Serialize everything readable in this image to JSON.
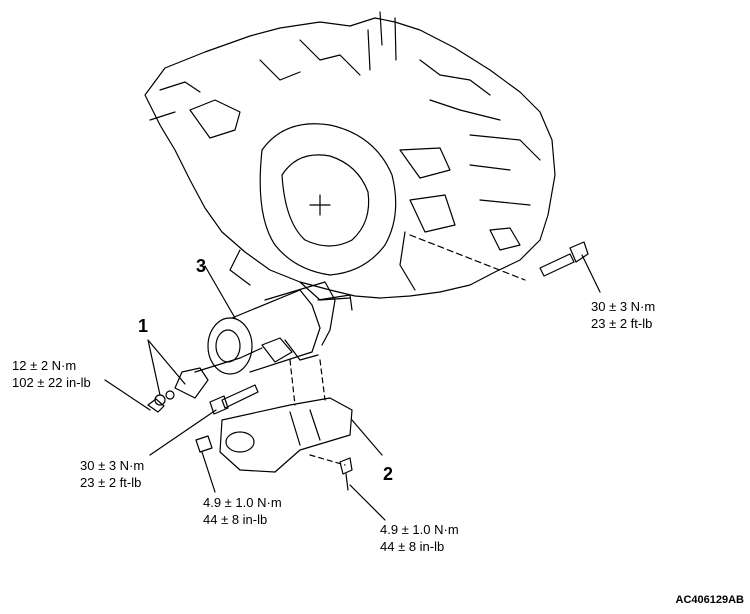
{
  "callouts": {
    "n1": "1",
    "n2": "2",
    "n3": "3"
  },
  "torques": {
    "bolt_top_right": {
      "metric": "30 ± 3 N·m",
      "imperial": "23 ± 2 ft-lb"
    },
    "nut_terminal": {
      "metric": "12 ± 2 N·m",
      "imperial": "102 ± 22 in-lb"
    },
    "bolt_starter": {
      "metric": "30 ± 3 N·m",
      "imperial": "23 ± 2 ft-lb"
    },
    "bracket_stud": {
      "metric": "4.9 ± 1.0 N·m",
      "imperial": "44 ± 8 in-lb"
    },
    "bracket_bolt": {
      "metric": "4.9 ± 1.0 N·m",
      "imperial": "44 ± 8 in-lb"
    }
  },
  "figure_code": "AC406129AB"
}
